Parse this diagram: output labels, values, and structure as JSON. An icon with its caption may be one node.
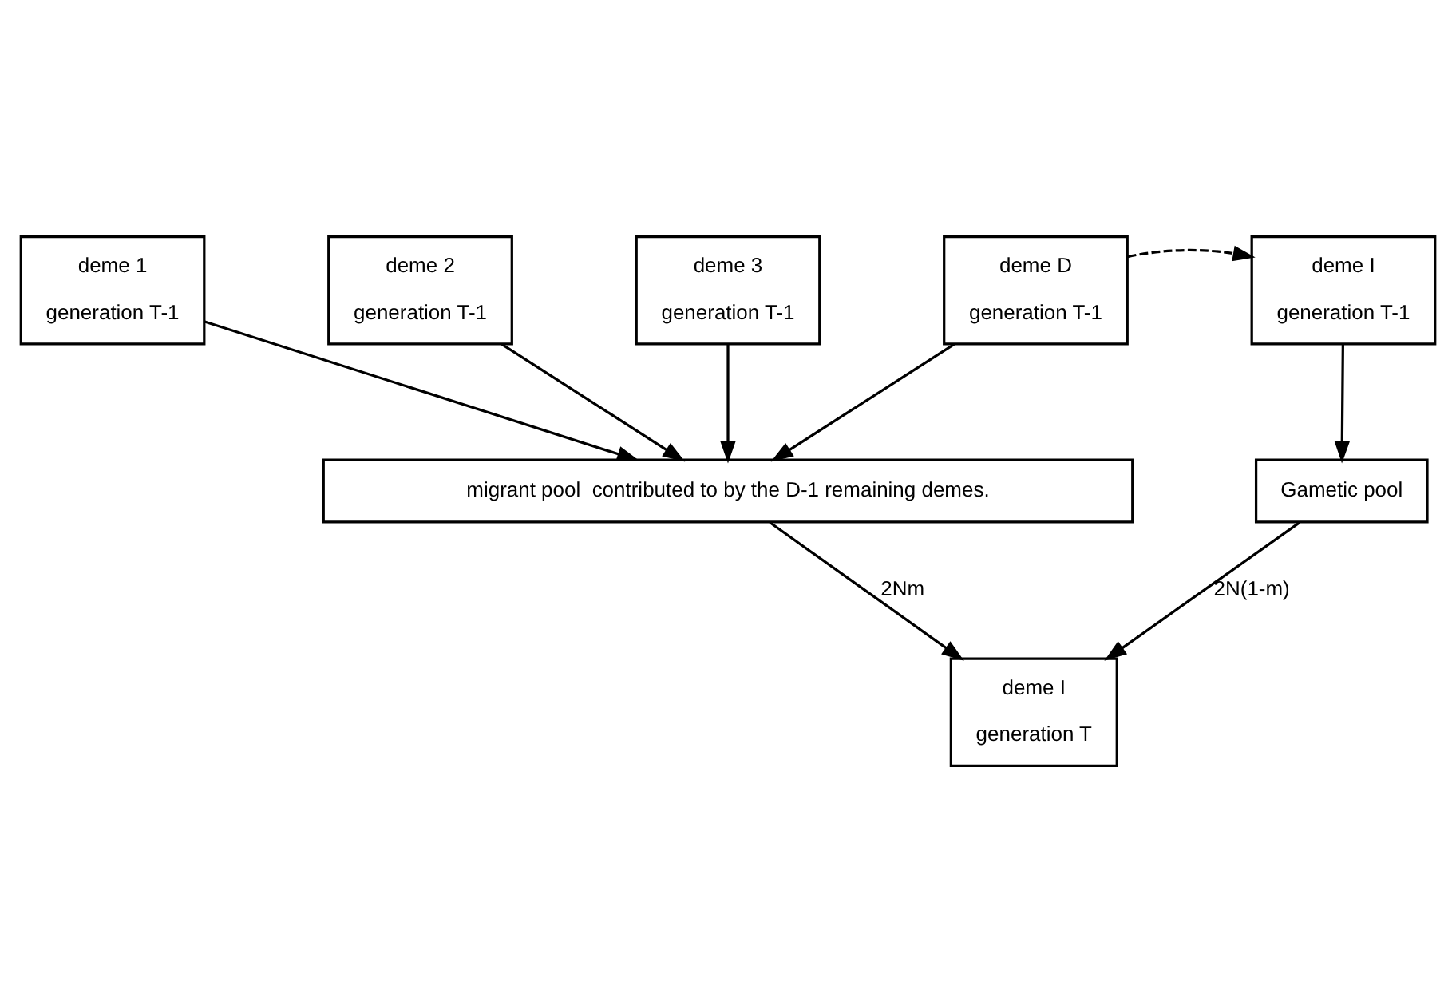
{
  "diagram": {
    "nodes": [
      {
        "text": [
          "deme 1",
          "generation T-1"
        ]
      },
      {
        "text": [
          "deme 2",
          "generation T-1"
        ]
      },
      {
        "text": [
          "deme 3",
          "generation T-1"
        ]
      },
      {
        "text": [
          "deme D",
          "generation T-1"
        ]
      },
      {
        "text": [
          "deme I",
          "generation T-1"
        ]
      },
      {
        "text": [
          "migrant pool  contributed to by the D-1 remaining demes."
        ]
      },
      {
        "text": [
          "Gametic pool"
        ]
      },
      {
        "text": [
          "deme I",
          "generation T"
        ]
      }
    ],
    "edges": [
      {
        "from": 3,
        "to": 4,
        "arrow": "to",
        "style": "dashed"
      },
      {
        "from": 0,
        "to": 5,
        "arrow": "to"
      },
      {
        "from": 1,
        "to": 5,
        "arrow": "to"
      },
      {
        "from": 2,
        "to": 5,
        "arrow": "to"
      },
      {
        "from": 3,
        "to": 5,
        "arrow": "to"
      },
      {
        "from": 4,
        "to": 6,
        "arrow": "to"
      },
      {
        "from": 6,
        "to": 7,
        "arrow": "to",
        "label": "2N(1-m)"
      },
      {
        "from": 5,
        "to": 7,
        "arrow": "to",
        "label": "2Nm"
      }
    ]
  }
}
